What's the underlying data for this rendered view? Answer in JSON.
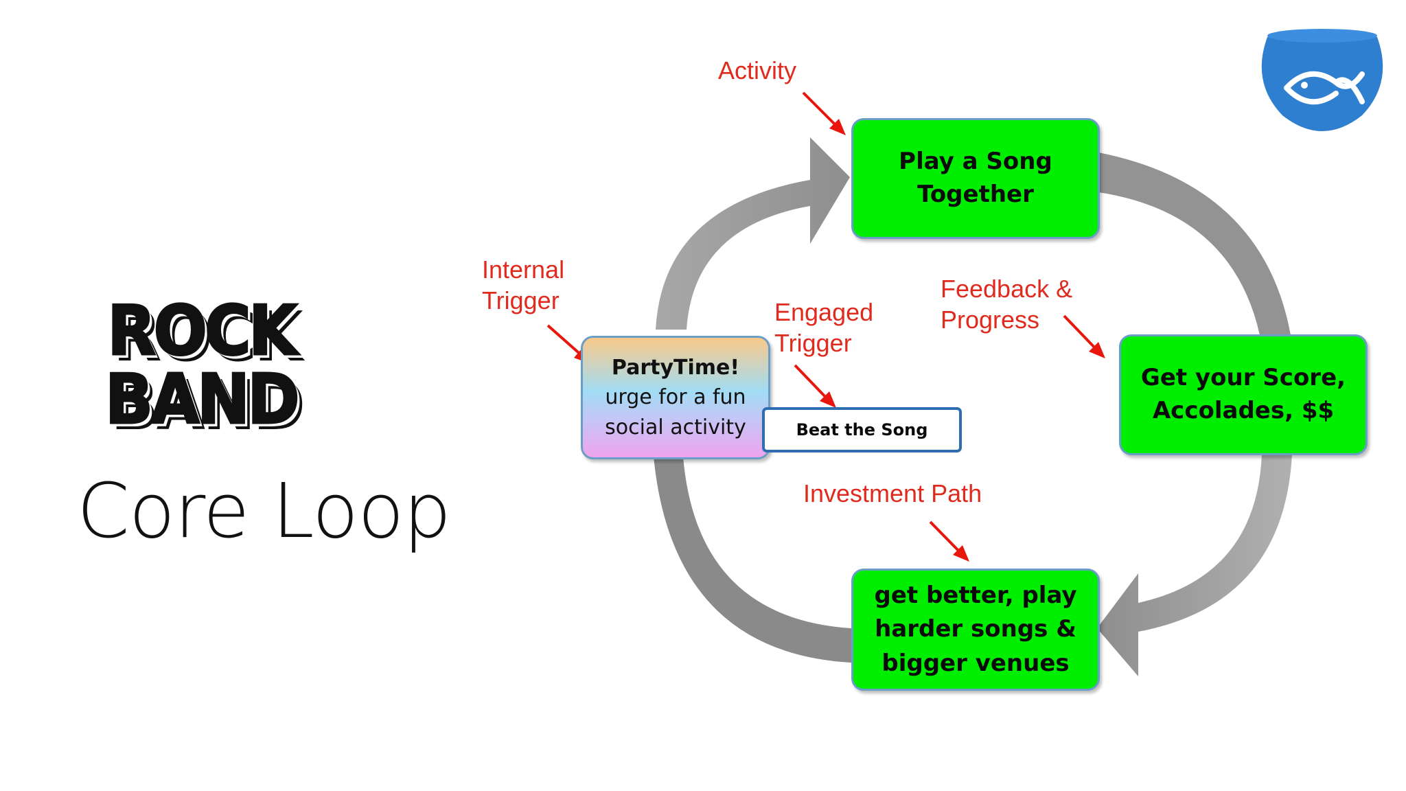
{
  "logo": {
    "line1": "ROCK",
    "line2": "BAND"
  },
  "slide_title": "Core Loop",
  "loop_nodes": {
    "activity": {
      "lines": [
        "Play a Song",
        "Together"
      ]
    },
    "feedback": {
      "lines": [
        "Get your Score,",
        "Accolades, $$"
      ]
    },
    "investment": {
      "lines": [
        "get better, play",
        "harder songs &",
        "bigger venues"
      ]
    }
  },
  "trigger_box": {
    "title": "PartyTime!",
    "lines": [
      "urge for a fun",
      "social activity"
    ]
  },
  "engaged_box": {
    "label": "Beat the Song"
  },
  "annotations": {
    "activity": {
      "lines": [
        "Activity"
      ]
    },
    "internal_trigger": {
      "lines": [
        "Internal",
        "Trigger"
      ]
    },
    "engaged_trigger": {
      "lines": [
        "Engaged",
        "Trigger"
      ]
    },
    "feedback_progress": {
      "lines": [
        "Feedback &",
        "Progress"
      ]
    },
    "investment_path": {
      "lines": [
        "Investment Path"
      ]
    }
  },
  "colors": {
    "node_fill": "#00ee00",
    "annotation_red": "#e02a1e",
    "loop_arrow_gray": "#9c9c9c",
    "brand_blue": "#2f7fd0"
  },
  "icons": {
    "brand": "fishbowl-fish-logo-icon",
    "annotation_arrow": "red-arrow-icon"
  }
}
